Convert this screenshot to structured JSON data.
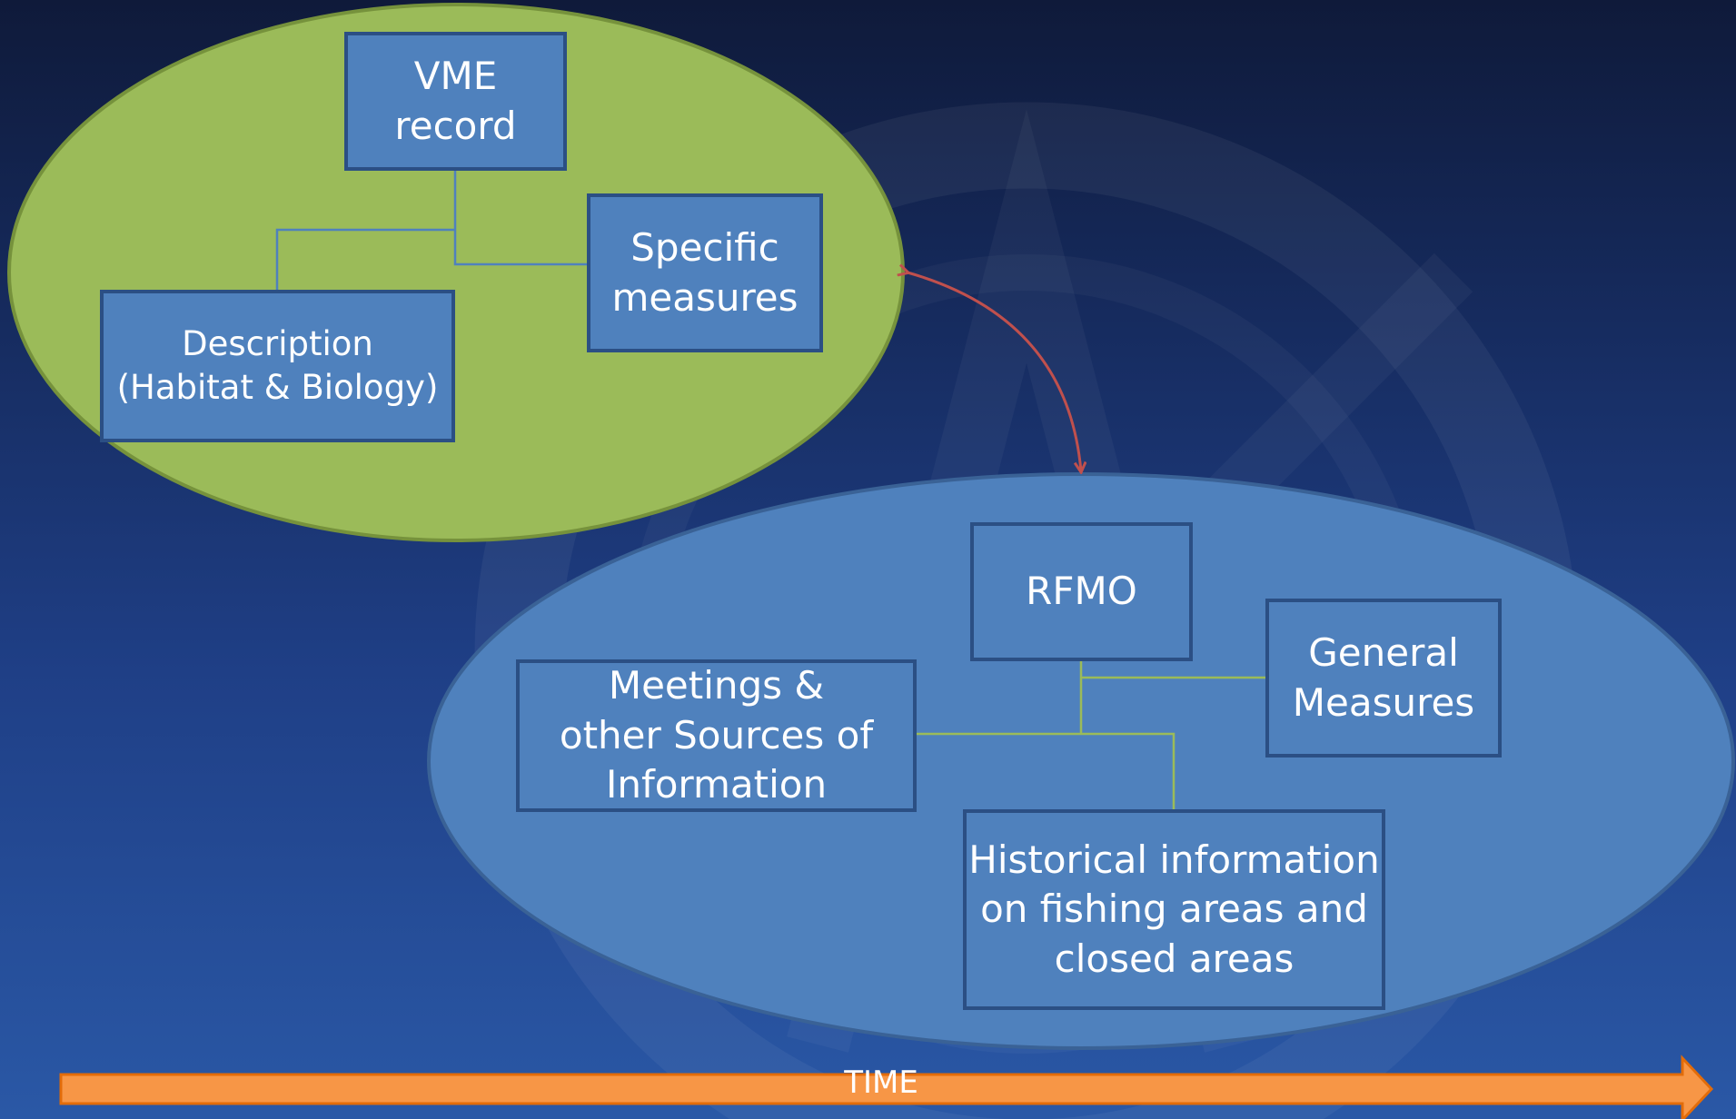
{
  "colors": {
    "background_top": "#0f1a3a",
    "background_bottom": "#2a58a6",
    "green_ellipse": "#9bbb59",
    "blue_ellipse": "#4f81bd",
    "box_fill": "#4f81bd",
    "box_border": "#2b4f84",
    "arrow_red": "#c0504d",
    "time_arrow": "#f79646"
  },
  "vme_group": {
    "vme_record": "VME\nrecord",
    "specific_measures": "Specific\nmeasures",
    "description": "Description\n(Habitat & Biology)"
  },
  "rfmo_group": {
    "rfmo": "RFMO",
    "general_measures": "General\nMeasures",
    "meetings": "Meetings &\nother Sources of\nInformation",
    "historical": "Historical information\non fishing areas and\nclosed areas"
  },
  "time_arrow": {
    "label": "TIME"
  }
}
